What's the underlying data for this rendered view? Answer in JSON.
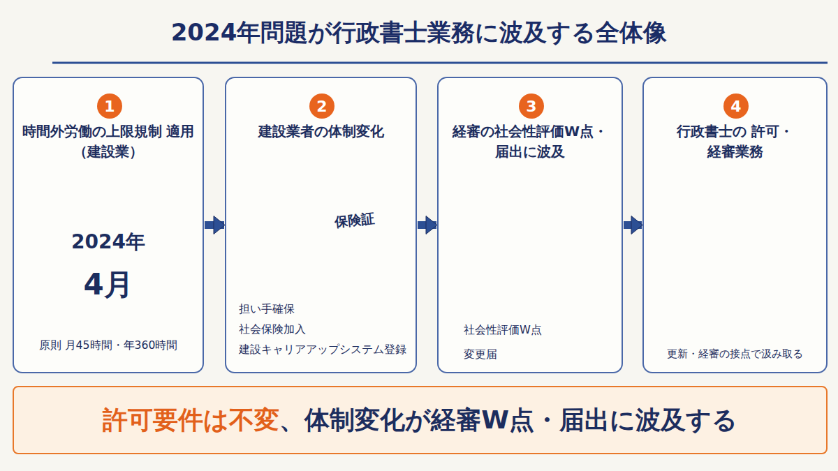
{
  "diagram": {
    "title": "2024年問題が行政書士業務に波及する全体像",
    "nodes": [
      {
        "text": [
          "時間外労働の上限規制 適用（建設業）",
          "原則 月45時間・年360時間"
        ]
      },
      {
        "text": [
          "1"
        ],
        "in": 0
      },
      {
        "text": [
          "建設業者の体制変化",
          "担い手確保",
          "社会保険加入",
          "建設キャリアアップシステム登録"
        ]
      },
      {
        "text": [
          "2"
        ],
        "in": 2
      },
      {
        "text": [
          "経審の社会性評価W点・ 届出に波及",
          "社会性評価W点",
          "変更届"
        ]
      },
      {
        "text": [
          "3"
        ],
        "in": 4
      },
      {
        "text": [
          "行政書士の 許可・経審業務",
          "更新・経審の接点で汲み取る"
        ]
      },
      {
        "text": [
          "4"
        ],
        "in": 6
      },
      {
        "text": [
          "許可要件は不変",
          "、体制変化が経審W点・届出に波及する"
        ]
      }
    ],
    "edges": [
      {
        "from": 0,
        "to": 2,
        "arrow": "to"
      },
      {
        "from": 2,
        "to": 4,
        "arrow": "to"
      },
      {
        "from": 4,
        "to": 6,
        "arrow": "to"
      }
    ],
    "labels": [
      "2024年",
      "4月",
      "保険証"
    ]
  }
}
